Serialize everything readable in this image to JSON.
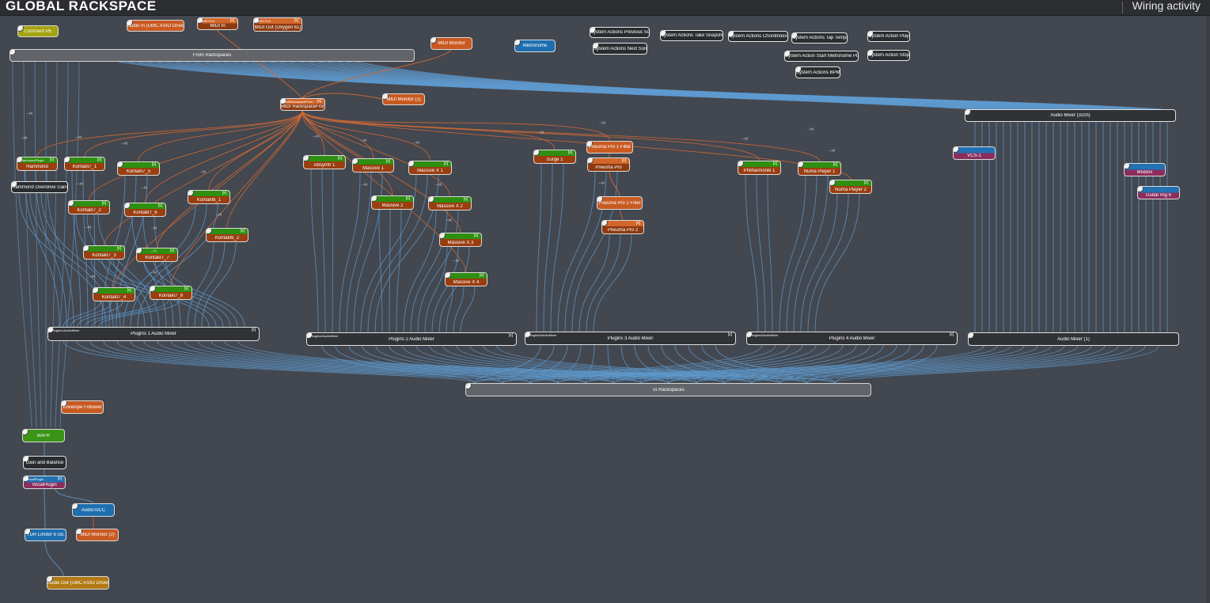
{
  "header": {
    "title": "GLOBAL RACKSPACE",
    "status": "Wiring activity"
  },
  "colors": {
    "background": "#43474f",
    "audio_wire": "#5f9bd0",
    "midi_wire": "#d26a34",
    "plugin_green": "#3b9415",
    "midi_orange": "#c85a22",
    "block_blue": "#1e6fb0"
  },
  "nodes": {
    "comment": "Comment PE",
    "audio_in": "Audio In (UMC ASIO Driver)",
    "midi_in": "MIDI In",
    "midi_in_top": "MIDI Port",
    "midi_out": "MIDI Out (Oxygen 61)",
    "midi_out_top": "MIDI Port",
    "midi_monitor": "MIDI Monitor",
    "metronome": "Metronome",
    "sys_prev_song": "System Actions Previous Song",
    "sys_next_song": "System Actions Next Song",
    "sys_snapshot": "System Actions Take Snapshot",
    "sys_chord": "System Actions ChordIndex",
    "sys_tap": "System Actions Tap Tempo",
    "sys_metro": "System Action Start Metronome Play",
    "sys_bpm": "System Actions BPM",
    "sys_play": "System Action Play",
    "sys_stop": "System Action Stop",
    "from_rackspaces": "From Rackspaces",
    "midi_rackspace": "MIDI RackspaceFrom",
    "midi_rackspace_top": "MidiRackspaceFrom",
    "midi_monitor_1": "MIDI Monitor (1)",
    "audio_mixer_32": "Audio Mixer (32ch)",
    "hammond": "Hammond",
    "hammond_top": "HammondPlugin",
    "hammond_drive": "Hammond Overdrive Gain",
    "k7_1": "Kontakt7_1",
    "k7_2": "Kontakt7_2",
    "k7_3": "Kontakt7_3",
    "k7_4": "Kontakt7_4",
    "k7_5": "Kontakt7_5",
    "k7_6": "Kontakt7_6",
    "k7_7": "Kontakt7_7",
    "k7_8": "Kontakt7_8",
    "k6_1": "Kontakt6_1",
    "k6_2": "Kontakt6_2",
    "absynth": "Absynth 1",
    "massive_1": "Massive 1",
    "massive_2": "Massive 2",
    "massive_x1": "Massive X 1",
    "massive_x2": "Massive X 2",
    "massive_x3": "Massive X 3",
    "massive_x4": "Massive X 4",
    "surge": "Surge 1",
    "pneuma_filter_1": "Pneuma Pro 1 Filter",
    "pneuma_pro": "Pneuma Pro",
    "pneuma_filter_2": "Pneuma Pro 2 Filter",
    "pneuma_pro_2": "Pneuma Pro 2",
    "philharmonik": "Philharmonik 1",
    "numa_1": "Numa Player 1",
    "numa_2": "Numa Player 2",
    "vcs": "VCS-1",
    "mixbox": "MixBox",
    "guitar_rig": "Guitar Rig 6",
    "p1_mixer": "Plugins 1 Audio Mixer",
    "p1_mixer_top": "Plugins1AudioMixer",
    "p2_mixer": "Plugins 2 Audio Mixer",
    "p2_mixer_top": "Plugins2AudioMixer",
    "p3_mixer": "Plugins 3 Audio Mixer",
    "p3_mixer_top": "Plugins3AudioMixer",
    "p4_mixer": "Plugins 4 Audio Mixer",
    "p4_mixer_top": "Plugins4AudioMixer",
    "audio_mixer_1": "Audio Mixer (1)",
    "to_rackspaces": "To Rackspaces",
    "envelope": "Envelope Follower",
    "bafr": "BAFR",
    "gain_balance": "Gain and Balance",
    "vocal": "VocalPlugin",
    "vocal_top": "VocalPlugin",
    "audio_to_cc": "AudioToCC",
    "tdr": "TDR Limiter 6 GE",
    "midi_monitor_2": "MIDI Monitor (2)",
    "audio_out": "Audio Out (UMC ASIO Driver)"
  }
}
